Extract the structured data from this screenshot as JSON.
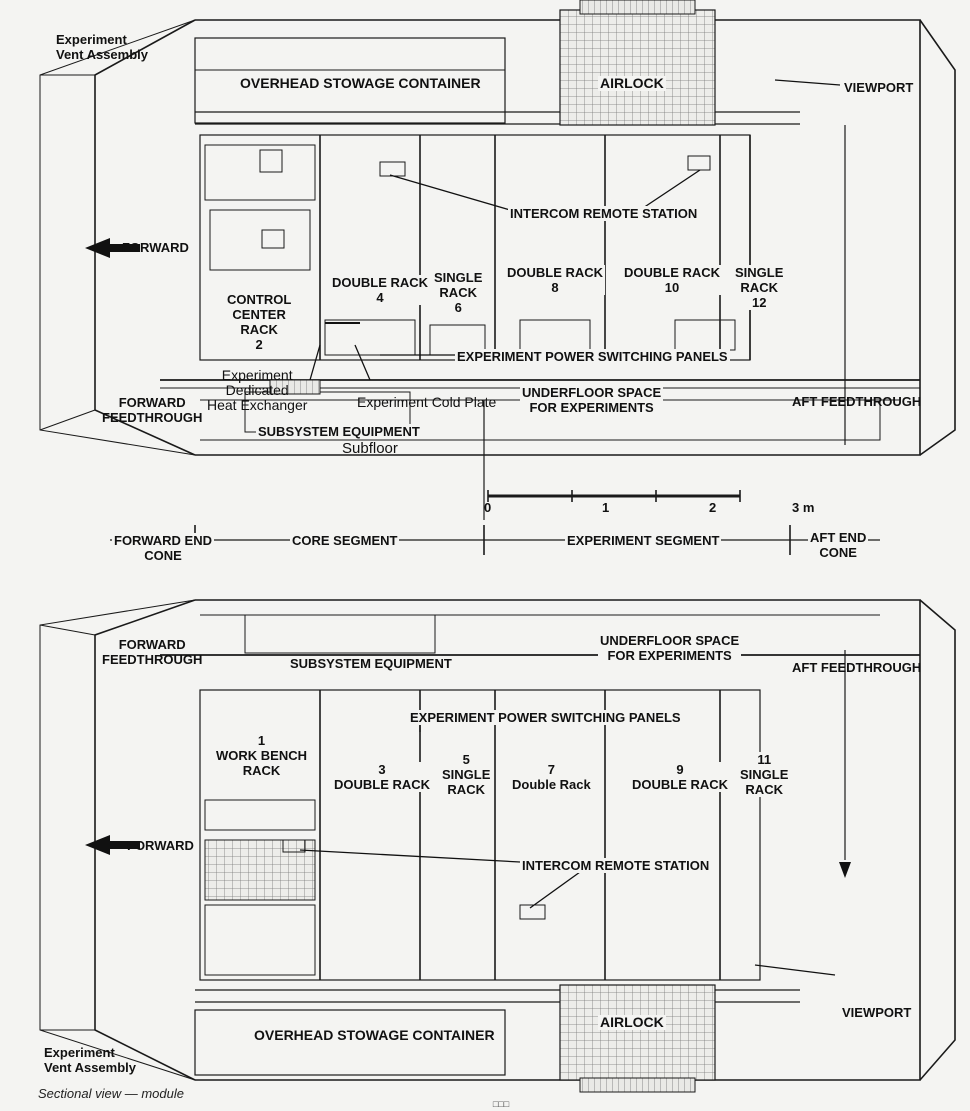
{
  "labels": {
    "vent_top": "Experiment\nVent Assembly",
    "vent_bottom": "Experiment\nVent Assembly",
    "overhead_top": "OVERHEAD STOWAGE CONTAINER",
    "overhead_bottom": "OVERHEAD STOWAGE CONTAINER",
    "airlock_top": "AIRLOCK",
    "airlock_bottom": "AIRLOCK",
    "viewport_top": "VIEWPORT",
    "viewport_bottom": "VIEWPORT",
    "intercom_top": "INTERCOM REMOTE STATION",
    "intercom_bottom": "INTERCOM REMOTE STATION",
    "forward_top": "FORWARD",
    "forward_bottom": "FORWARD",
    "control_center": "CONTROL\nCENTER\nRACK\n2",
    "double_rack_4": "DOUBLE RACK\n4",
    "single_rack_6": "SINGLE\nRACK\n6",
    "double_rack_8": "DOUBLE RACK\n8",
    "double_rack_10": "DOUBLE RACK\n10",
    "single_rack_12": "SINGLE\nRACK\n12",
    "power_panels_top": "EXPERIMENT POWER SWITCHING PANELS",
    "power_panels_bottom": "EXPERIMENT POWER SWITCHING PANELS",
    "heat_exchanger": "Experiment\nDedicated\nHeat Exchanger",
    "cold_plate": "Experiment Cold Plate",
    "forward_feedthrough_top": "FORWARD\nFEEDTHROUGH",
    "forward_feedthrough_bottom": "FORWARD\nFEEDTHROUGH",
    "underfloor_top": "UNDERFLOOR SPACE\nFOR EXPERIMENTS",
    "underfloor_bottom": "UNDERFLOOR SPACE\nFOR EXPERIMENTS",
    "aft_feedthrough_top": "AFT FEEDTHROUGH",
    "aft_feedthrough_bottom": "AFT FEEDTHROUGH",
    "subsystem_top": "SUBSYSTEM EQUIPMENT",
    "subsystem_bottom": "SUBSYSTEM EQUIPMENT",
    "subfloor": "Subfloor",
    "scale": [
      "0",
      "1",
      "2",
      "3 m"
    ],
    "forward_end_cone": "FORWARD END\nCONE",
    "core_segment": "CORE SEGMENT",
    "experiment_segment": "EXPERIMENT SEGMENT",
    "aft_end_cone": "AFT END\nCONE",
    "work_bench": "1\nWORK BENCH\nRACK",
    "double_rack_3": "3\nDOUBLE RACK",
    "single_rack_5": "5\nSINGLE\nRACK",
    "double_rack_7": "7\nDouble Rack",
    "double_rack_9": "9\nDOUBLE RACK",
    "single_rack_11": "11\nSINGLE\nRACK"
  },
  "caption": "Sectional view — module",
  "pager": "□□□"
}
